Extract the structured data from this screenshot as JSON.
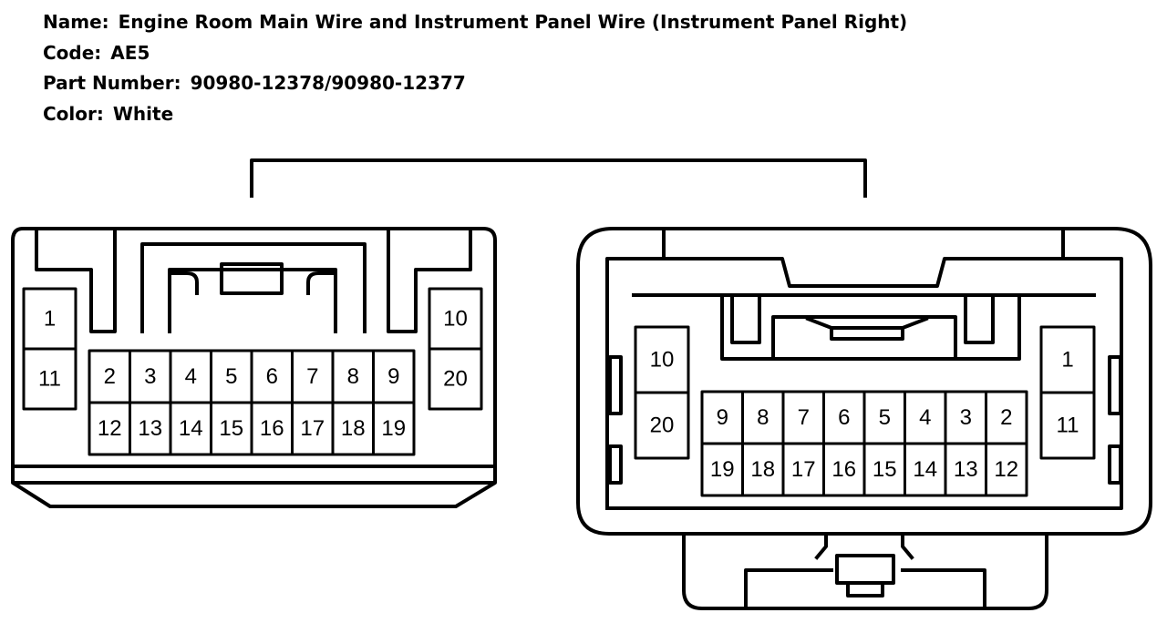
{
  "header": {
    "name_label": "Name:",
    "name_value": "Engine Room Main Wire and Instrument Panel Wire (Instrument Panel Right)",
    "code_label": "Code:",
    "code_value": "AE5",
    "part_label": "Part Number:",
    "part_value": "90980-12378/90980-12377",
    "color_label": "Color:",
    "color_value": "White"
  },
  "connectors": {
    "left": {
      "side_left": [
        "1",
        "11"
      ],
      "top_row": [
        "2",
        "3",
        "4",
        "5",
        "6",
        "7",
        "8",
        "9"
      ],
      "bottom_row": [
        "12",
        "13",
        "14",
        "15",
        "16",
        "17",
        "18",
        "19"
      ],
      "side_right": [
        "10",
        "20"
      ]
    },
    "right": {
      "side_left": [
        "10",
        "20"
      ],
      "top_row": [
        "9",
        "8",
        "7",
        "6",
        "5",
        "4",
        "3",
        "2"
      ],
      "bottom_row": [
        "19",
        "18",
        "17",
        "16",
        "15",
        "14",
        "13",
        "12"
      ],
      "side_right": [
        "1",
        "11"
      ]
    }
  },
  "colors": {
    "line": "#000000",
    "background": "#ffffff"
  }
}
